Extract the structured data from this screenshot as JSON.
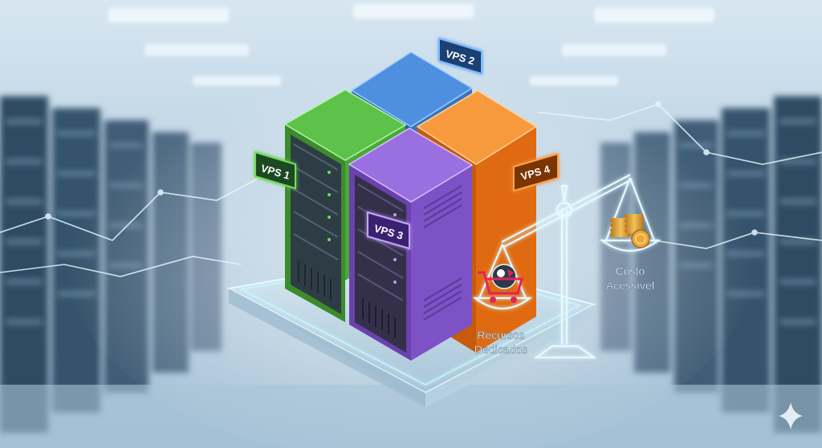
{
  "vps_labels": {
    "vps1": "VPS 1",
    "vps2": "VPS 2",
    "vps3": "VPS 3",
    "vps4": "VPS 4"
  },
  "balance": {
    "left_caption_line1": "Recursos",
    "left_caption_line2": "Dedicados",
    "right_caption_line1": "Custo",
    "right_caption_line2": "Acessível"
  },
  "colors": {
    "vps1": "#4caf3a",
    "vps2": "#3a78c8",
    "vps3": "#7a4fc0",
    "vps4": "#f07a1e",
    "neon_line": "#bff2ff",
    "background": "#bcd3e3"
  },
  "icons": [
    "shopping-cart-icon",
    "coin-stack-icon",
    "sparkle-icon",
    "balance-scale-icon"
  ]
}
